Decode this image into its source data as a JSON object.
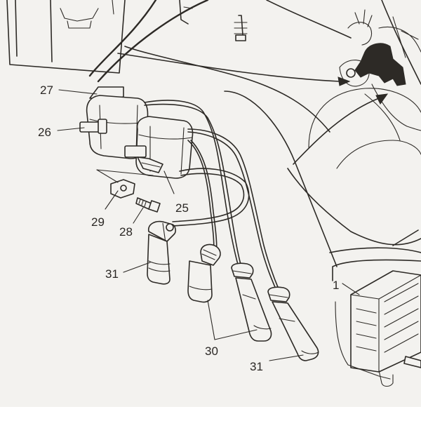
{
  "diagram": {
    "callouts": [
      {
        "id": "27",
        "text": "27"
      },
      {
        "id": "26",
        "text": "26"
      },
      {
        "id": "29",
        "text": "29"
      },
      {
        "id": "28",
        "text": "28"
      },
      {
        "id": "25",
        "text": "25"
      },
      {
        "id": "31a",
        "text": "31"
      },
      {
        "id": "30",
        "text": "30"
      },
      {
        "id": "31b",
        "text": "31"
      },
      {
        "id": "1",
        "text": "1"
      }
    ],
    "colors": {
      "paper": "#f3f2ef",
      "ink": "#2d2a26"
    }
  }
}
